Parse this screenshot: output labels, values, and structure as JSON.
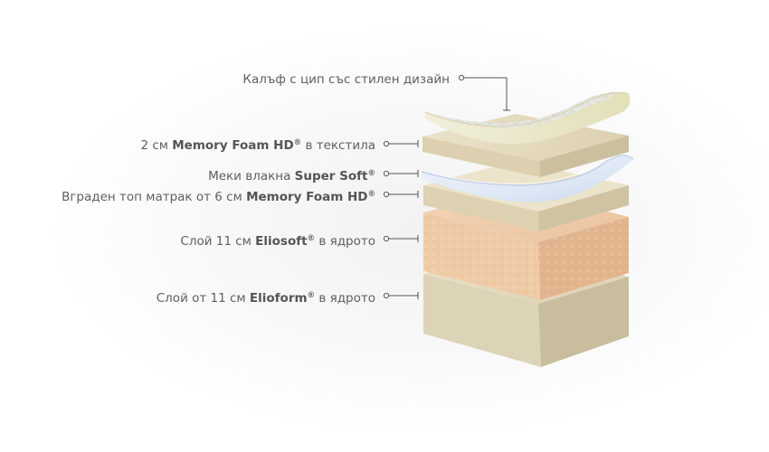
{
  "layers": [
    {
      "plain_before": "Калъф с цип със стилен дизайн",
      "bold": "",
      "reg": "",
      "plain_after": ""
    },
    {
      "plain_before": "2 см ",
      "bold": "Memory Foam HD",
      "reg": "®",
      "plain_after": " в текстила"
    },
    {
      "plain_before": "Меки влакна ",
      "bold": "Super Soft",
      "reg": "®",
      "plain_after": ""
    },
    {
      "plain_before": "Вграден топ матрак от 6 см ",
      "bold": "Memory Foam HD",
      "reg": "®",
      "plain_after": ""
    },
    {
      "plain_before": "Слой 11 см ",
      "bold": "Eliosoft",
      "reg": "®",
      "plain_after": " в ядрото"
    },
    {
      "plain_before": "Слой от 11 см ",
      "bold": "Elioform",
      "reg": "®",
      "plain_after": " в ядрото"
    }
  ],
  "colors": {
    "label_text": "#5f5f5f",
    "leader_line": "#555555",
    "cover_quilt": "#e7e7e4",
    "cover_rim": "#e9e6c6",
    "foam_cream": "#e2d7b8",
    "fiber_blue": "#d7e4f3",
    "eliosoft_peach": "#efcfae",
    "elioform_sand": "#dcd2b6"
  }
}
